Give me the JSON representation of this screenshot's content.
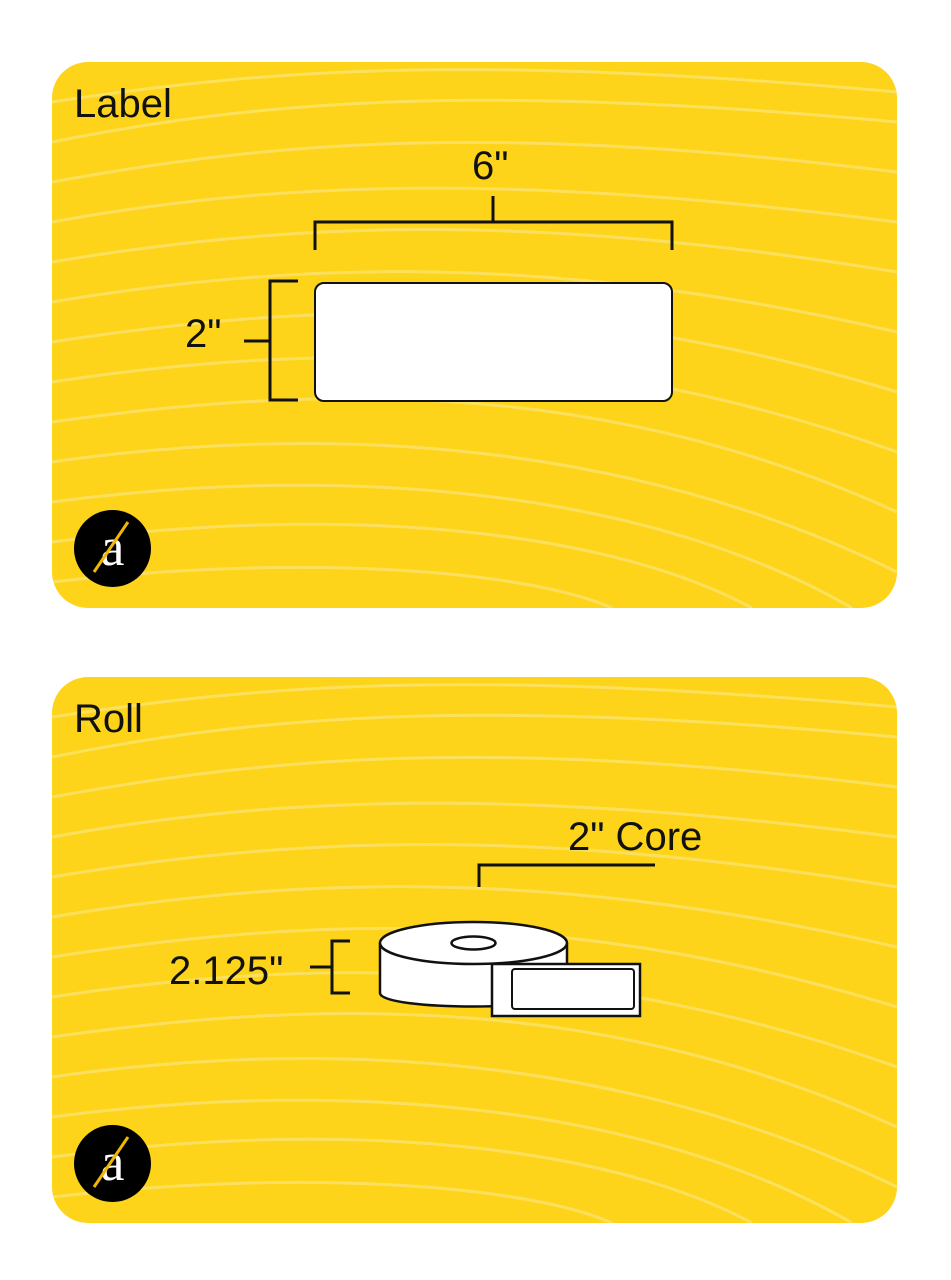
{
  "colors": {
    "panel_bg": "#FDD419",
    "wave_line": "#FCE36A",
    "ink": "#111111",
    "label_fill": "#FFFFFF",
    "logo_bg": "#000000",
    "logo_slash": "#F2B705"
  },
  "label_panel": {
    "title": "Label",
    "width_dimension": "6\"",
    "height_dimension": "2\"",
    "logo_icon": "a-logo-icon"
  },
  "roll_panel": {
    "title": "Roll",
    "core_dimension": "2\" Core",
    "roll_width_dimension": "2.125\"",
    "logo_icon": "a-logo-icon"
  }
}
